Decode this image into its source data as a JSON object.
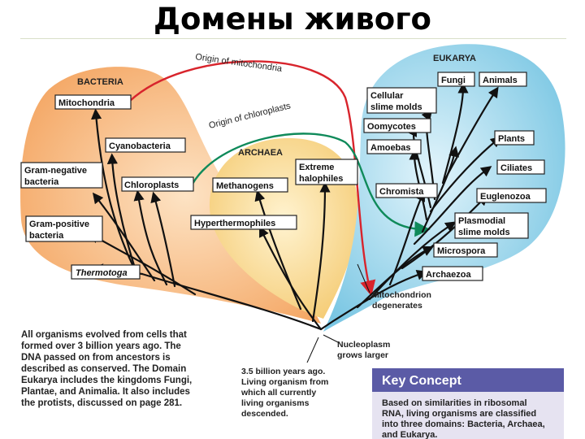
{
  "title": "Домены живого",
  "domains": {
    "bacteria": "BACTERIA",
    "archaea": "ARCHAEA",
    "eukarya": "EUKARYA"
  },
  "arcs": {
    "mitochondria": "Origin of mitochondria",
    "chloroplasts": "Origin of chloroplasts"
  },
  "bacteria_labels": [
    "Mitochondria",
    "Cyanobacteria",
    "Gram-negative",
    "bacteria",
    "Chloroplasts",
    "Gram-positive",
    "bacteria",
    "Thermotoga"
  ],
  "archaea_labels": [
    "Methanogens",
    "Extreme",
    "halophiles",
    "Hyperthermophiles"
  ],
  "eukarya_labels": [
    "Fungi",
    "Animals",
    "Cellular",
    "slime molds",
    "Oomycotes",
    "Amoebas",
    "Plants",
    "Ciliates",
    "Chromista",
    "Euglenozoa",
    "Plasmodial",
    "slime molds",
    "Microspora",
    "Archaezoa"
  ],
  "notes": {
    "mito_degenerates": [
      "Mitochondrion",
      "degenerates"
    ],
    "nucleoplasm": [
      "Nucleoplasm",
      "grows larger"
    ],
    "origin": [
      "3.5 billion years ago.",
      "Living organism from",
      "which all currently",
      "living organisms",
      "descended."
    ]
  },
  "paragraph": [
    "All organisms evolved from cells that",
    "formed over 3 billion years ago. The",
    "DNA passed on from ancestors is",
    "described as conserved. The Domain",
    "Eukarya includes the kingdoms Fungi,",
    "Plantae, and Animalia. It also includes",
    "the protists, discussed on page 281."
  ],
  "key_concept": {
    "title": "Key Concept",
    "body": [
      "Based on similarities in ribosomal",
      "RNA, living organisms are classified",
      "into three domains: Bacteria, Archaea,",
      "and Eukarya."
    ]
  },
  "colors": {
    "bacteria_fill": "#f6b27a",
    "archaea_fill": "#f9d78e",
    "eukarya_fill": "#8fd2ea",
    "mitochondria_arc": "#d8242c",
    "chloroplast_arc": "#0f8a5a",
    "key_header": "#5b5ba6",
    "key_body": "#e6e3f1"
  }
}
